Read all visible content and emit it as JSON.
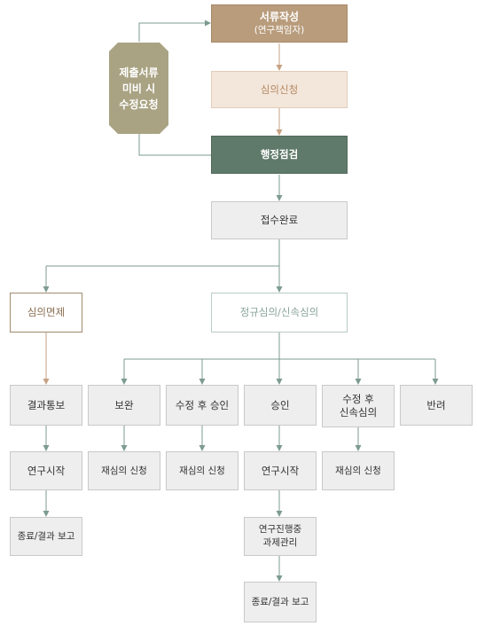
{
  "nodes": {
    "seoryu": {
      "title": "서류작성",
      "subtitle": "(연구책임자)"
    },
    "simui_sincheong": "심의신청",
    "haengjeong": "행정점검",
    "resubmit": {
      "line1": "제출서류",
      "line2": "미비 시",
      "line3": "수정요청"
    },
    "jeopsu": "접수완료",
    "simui_myeonje": "심의면제",
    "jeonggyu": "정규심의/신속심의",
    "exempt_flow": [
      "결과통보",
      "연구시작",
      "종료/결과 보고"
    ],
    "outcomes": {
      "bowan": {
        "label": "보완",
        "next": "재심의 신청"
      },
      "sujeong_seungin": {
        "label": "수정 후 승인",
        "next": "재심의 신청"
      },
      "seungin": {
        "label": "승인",
        "next": "연구시작",
        "step3_line1": "연구진행중",
        "step3_line2": "과제관리",
        "step4": "종료/결과 보고"
      },
      "sujeong_sinsok": {
        "line1": "수정 후",
        "line2": "신속심의",
        "next": "재심의 신청"
      },
      "banryeo": {
        "label": "반려"
      }
    }
  }
}
